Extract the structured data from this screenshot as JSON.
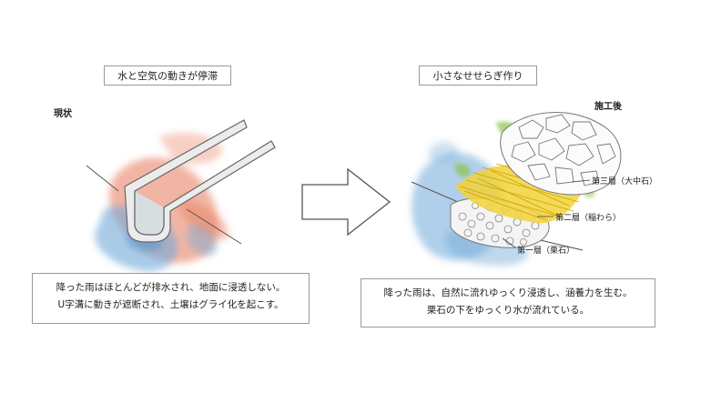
{
  "left": {
    "title": "水と空気の動きが停滞",
    "label": "現状",
    "caption_line1": "降った雨はほとんどが排水され、地面に浸透しない。",
    "caption_line2": "U字溝に動きが遮断され、土壌はグライ化を起こす。"
  },
  "right": {
    "title": "小さなせせらぎ作り",
    "label": "施工後",
    "layer3": "第三層（大中石）",
    "layer2": "第二層（稲わら）",
    "layer1": "第一層（栗石）",
    "caption_line1": "降った雨は、自然に流れゆっくり浸透し、涵養力を生む。",
    "caption_line2": "栗石の下をゆっくり水が流れている。"
  },
  "colors": {
    "water": "#6fa8d8",
    "soil": "#e8795a",
    "straw": "#f2d23a",
    "green": "#8cc04a",
    "stone_outline": "#777777"
  }
}
